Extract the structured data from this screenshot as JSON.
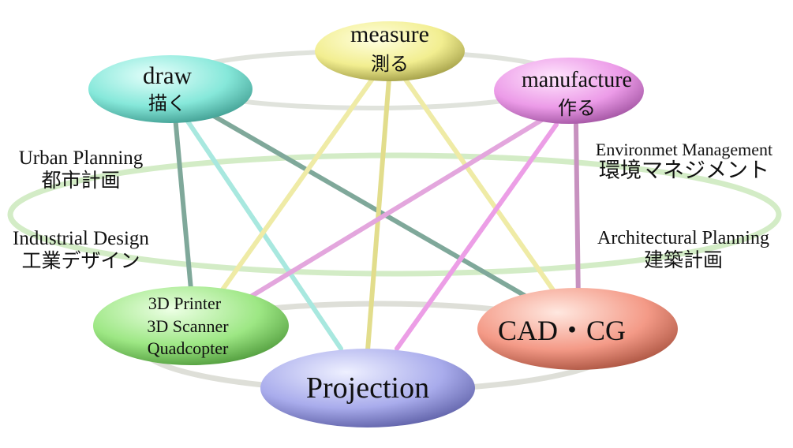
{
  "nodes": {
    "measure": {
      "en": "measure",
      "jp": "測る",
      "color": "#f6f29a"
    },
    "draw": {
      "en": "draw",
      "jp": "描く",
      "color": "#8ff0e2"
    },
    "manufacture": {
      "en": "manufacture",
      "jp": "作る",
      "color": "#f2a6ef"
    },
    "printer": {
      "lines": [
        "3D Printer",
        "3D Scanner",
        "Quadcopter"
      ],
      "color": "#a4ee8f"
    },
    "cad": {
      "en": "CAD・CG",
      "color": "#f7a290"
    },
    "projection": {
      "en": "Projection",
      "color": "#aeb2ee"
    }
  },
  "side_labels": {
    "urban": {
      "en": "Urban Planning",
      "jp": "都市計画"
    },
    "industrial": {
      "en": "Industrial Design",
      "jp": "工業デザイン"
    },
    "environment": {
      "en": "Environmet Management",
      "jp": "環境マネジメント"
    },
    "architectural": {
      "en": "Architectural Planning",
      "jp": "建築計画"
    }
  },
  "links": [
    {
      "from": "draw",
      "to": "printer",
      "color": "#7fa89a"
    },
    {
      "from": "draw",
      "to": "cad",
      "color": "#7fa89a"
    },
    {
      "from": "draw",
      "to": "projection",
      "color": "#a8e8df"
    },
    {
      "from": "measure",
      "to": "printer",
      "color": "#efeba6"
    },
    {
      "from": "measure",
      "to": "cad",
      "color": "#efeba6"
    },
    {
      "from": "measure",
      "to": "projection",
      "color": "#e2dd8c"
    },
    {
      "from": "manufacture",
      "to": "printer",
      "color": "#e3a6dd"
    },
    {
      "from": "manufacture",
      "to": "cad",
      "color": "#c791bf"
    },
    {
      "from": "manufacture",
      "to": "projection",
      "color": "#ec9ee6"
    }
  ]
}
